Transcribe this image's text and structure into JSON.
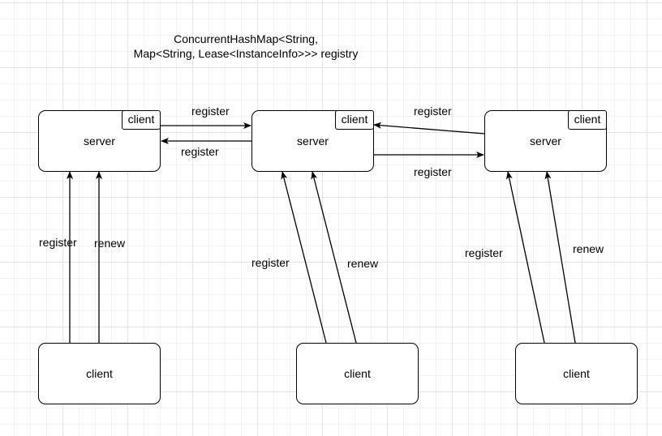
{
  "title": {
    "line1": "ConcurrentHashMap<String,",
    "line2": "Map<String, Lease<InstanceInfo>>> registry"
  },
  "servers": [
    {
      "label": "server",
      "tag": "client"
    },
    {
      "label": "server",
      "tag": "client"
    },
    {
      "label": "server",
      "tag": "client"
    }
  ],
  "clients": [
    {
      "label": "client"
    },
    {
      "label": "client"
    },
    {
      "label": "client"
    }
  ],
  "edge_labels": {
    "s1_to_s2": "register",
    "s2_to_s1": "register",
    "s3_to_s2": "register",
    "s2_to_s3": "register",
    "c1_register": "register",
    "c1_renew": "renew",
    "c2_register": "register",
    "c2_renew": "renew",
    "c3_register": "register",
    "c3_renew": "renew"
  }
}
